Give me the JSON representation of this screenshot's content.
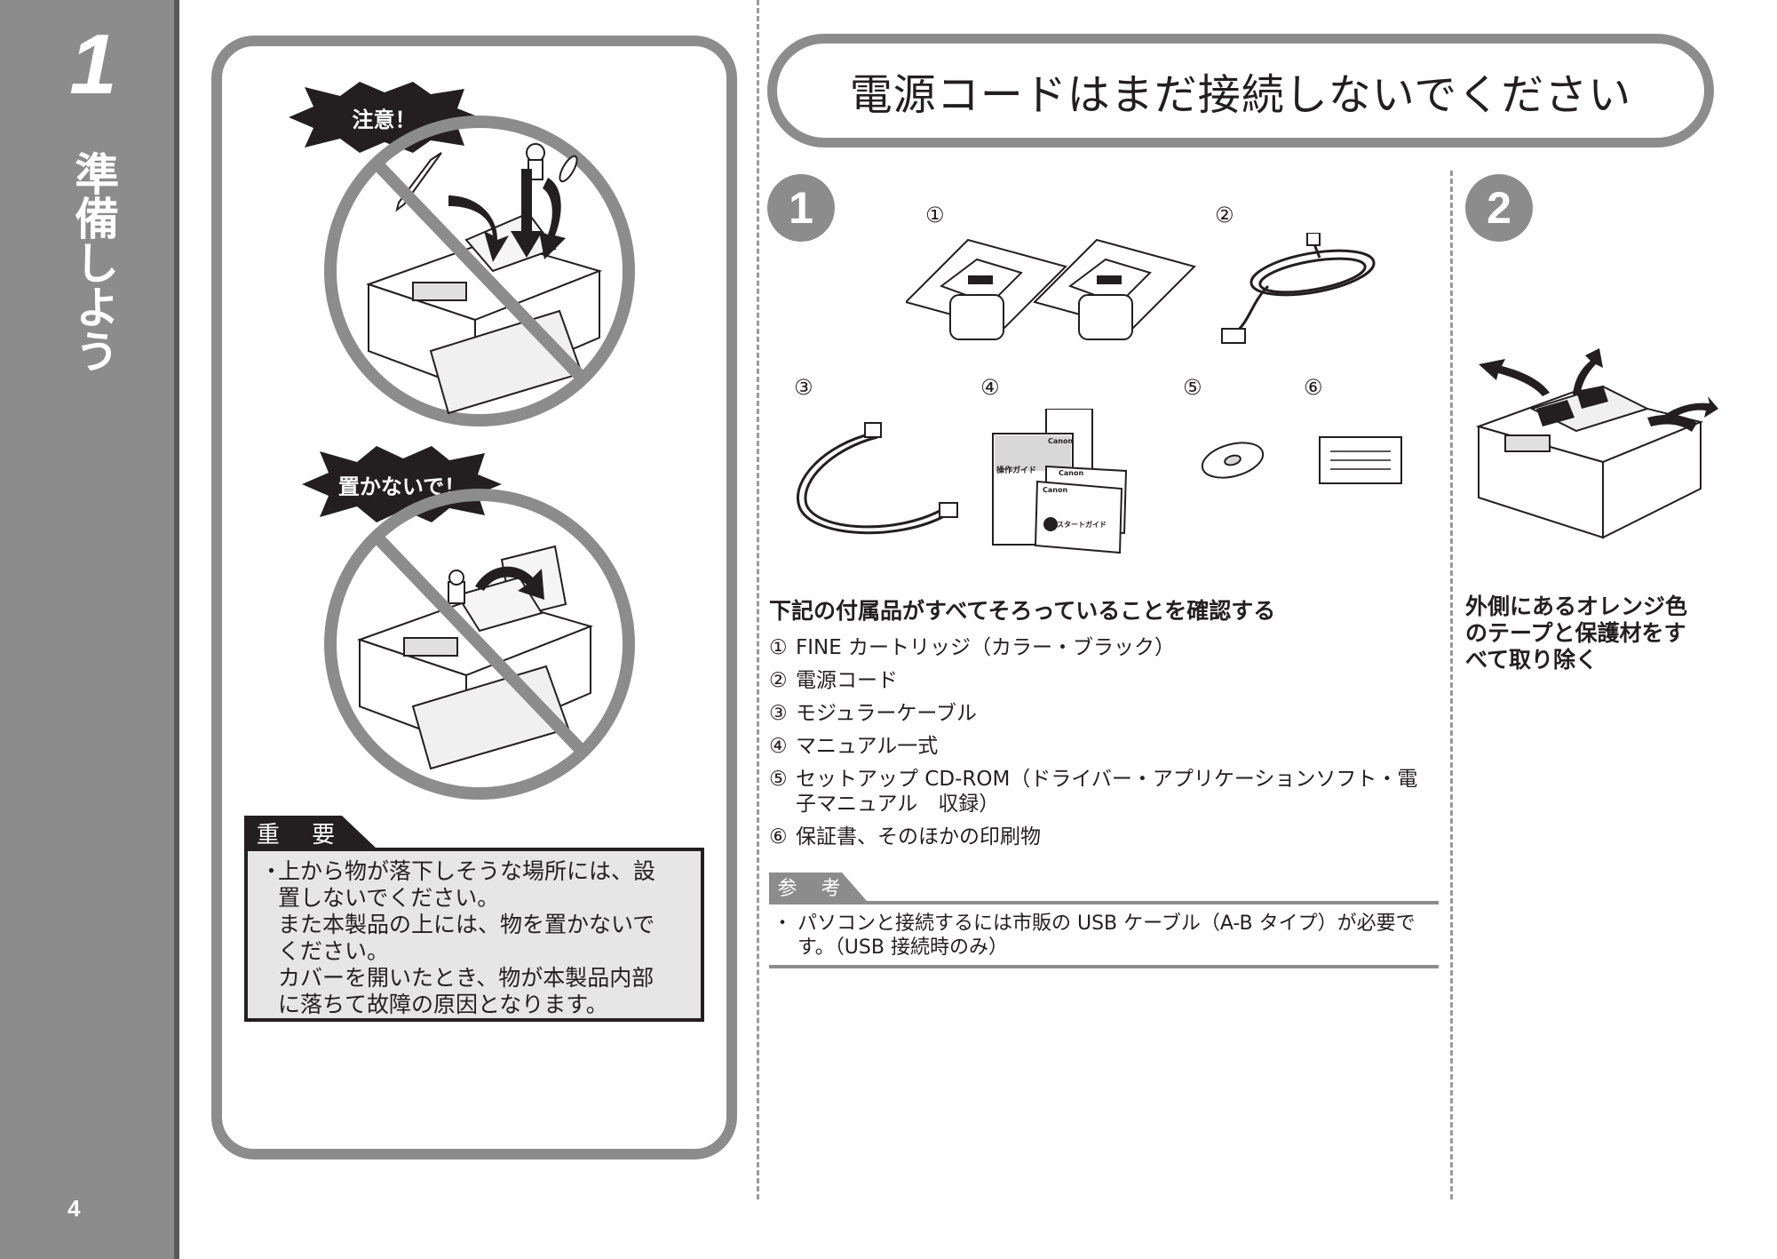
{
  "sidebar": {
    "chapter_number": "1",
    "chapter_title": "準備しよう",
    "page_number": "4"
  },
  "left_panel": {
    "caution_label": "注意！",
    "do_not_place_label": "置かないで！",
    "important": {
      "tab_label": "重 要",
      "bullet": "・",
      "text": "上から物が落下しそうな場所には、設\n置しないでください。\nまた本製品の上には、物を置かないで\nください。\nカバーを開いたとき、物が本製品内部\nに落ちて故障の原因となります。"
    }
  },
  "main": {
    "title": "電源コードはまだ接続しないでください",
    "step1": {
      "number": "1",
      "item_markers": [
        "①",
        "②",
        "③",
        "④",
        "⑤",
        "⑥"
      ],
      "heading": "下記の付属品がすべてそろっていることを確認する",
      "items": [
        {
          "marker": "①",
          "text": "FINE カートリッジ（カラー・ブラック）"
        },
        {
          "marker": "②",
          "text": "電源コード"
        },
        {
          "marker": "③",
          "text": "モジュラーケーブル"
        },
        {
          "marker": "④",
          "text": "マニュアル一式"
        },
        {
          "marker": "⑤",
          "text": "セットアップ CD-ROM（ドライバー・アプリケーションソフト・電\n子マニュアル　収録）"
        },
        {
          "marker": "⑥",
          "text": "保証書、そのほかの印刷物"
        }
      ],
      "note": {
        "tab_label": "参 考",
        "bullet": "・",
        "text": "パソコンと接続するには市販の USB ケーブル（A-B タイプ）が必要で\nす。（USB 接続時のみ）"
      },
      "manual_labels": {
        "brand": "Canon",
        "guide": "操作ガイド",
        "start_guide": "スタートガイド"
      }
    },
    "step2": {
      "number": "2",
      "text": "外側にあるオレンジ色\nのテープと保護材をす\nべて取り除く"
    }
  },
  "colors": {
    "panel_gray": "#8c8c8c",
    "dark_burst": "#231f20",
    "important_fill": "#e6e6e6"
  }
}
